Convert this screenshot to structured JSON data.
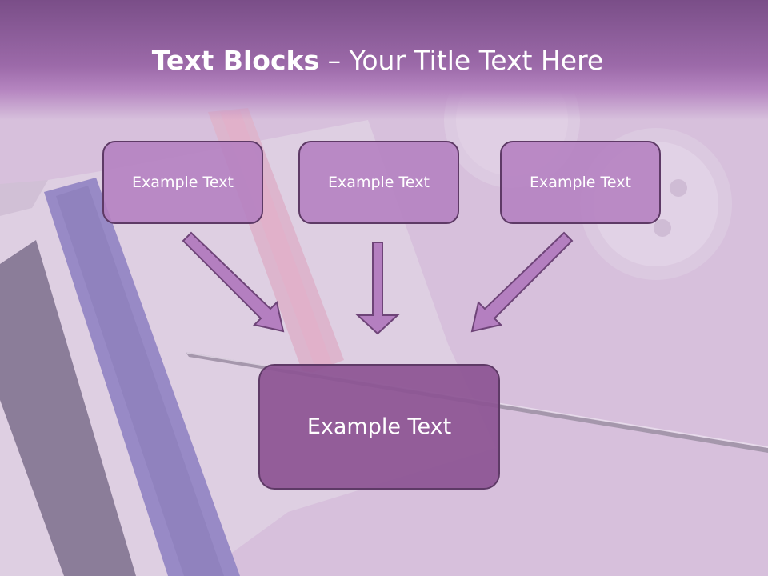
{
  "title": {
    "bold": "Text Blocks",
    "dash": " – ",
    "rest": "Your Title Text Here"
  },
  "boxes": {
    "top_left": "Example Text",
    "top_center": "Example Text",
    "top_right": "Example Text",
    "bottom": "Example Text"
  },
  "colors": {
    "title_band": "#9c6aa9",
    "small_box_fill": "#b480c0",
    "big_box_fill": "#8c5492",
    "box_border": "#5e3a66",
    "arrow_fill": "#b47fc0"
  }
}
